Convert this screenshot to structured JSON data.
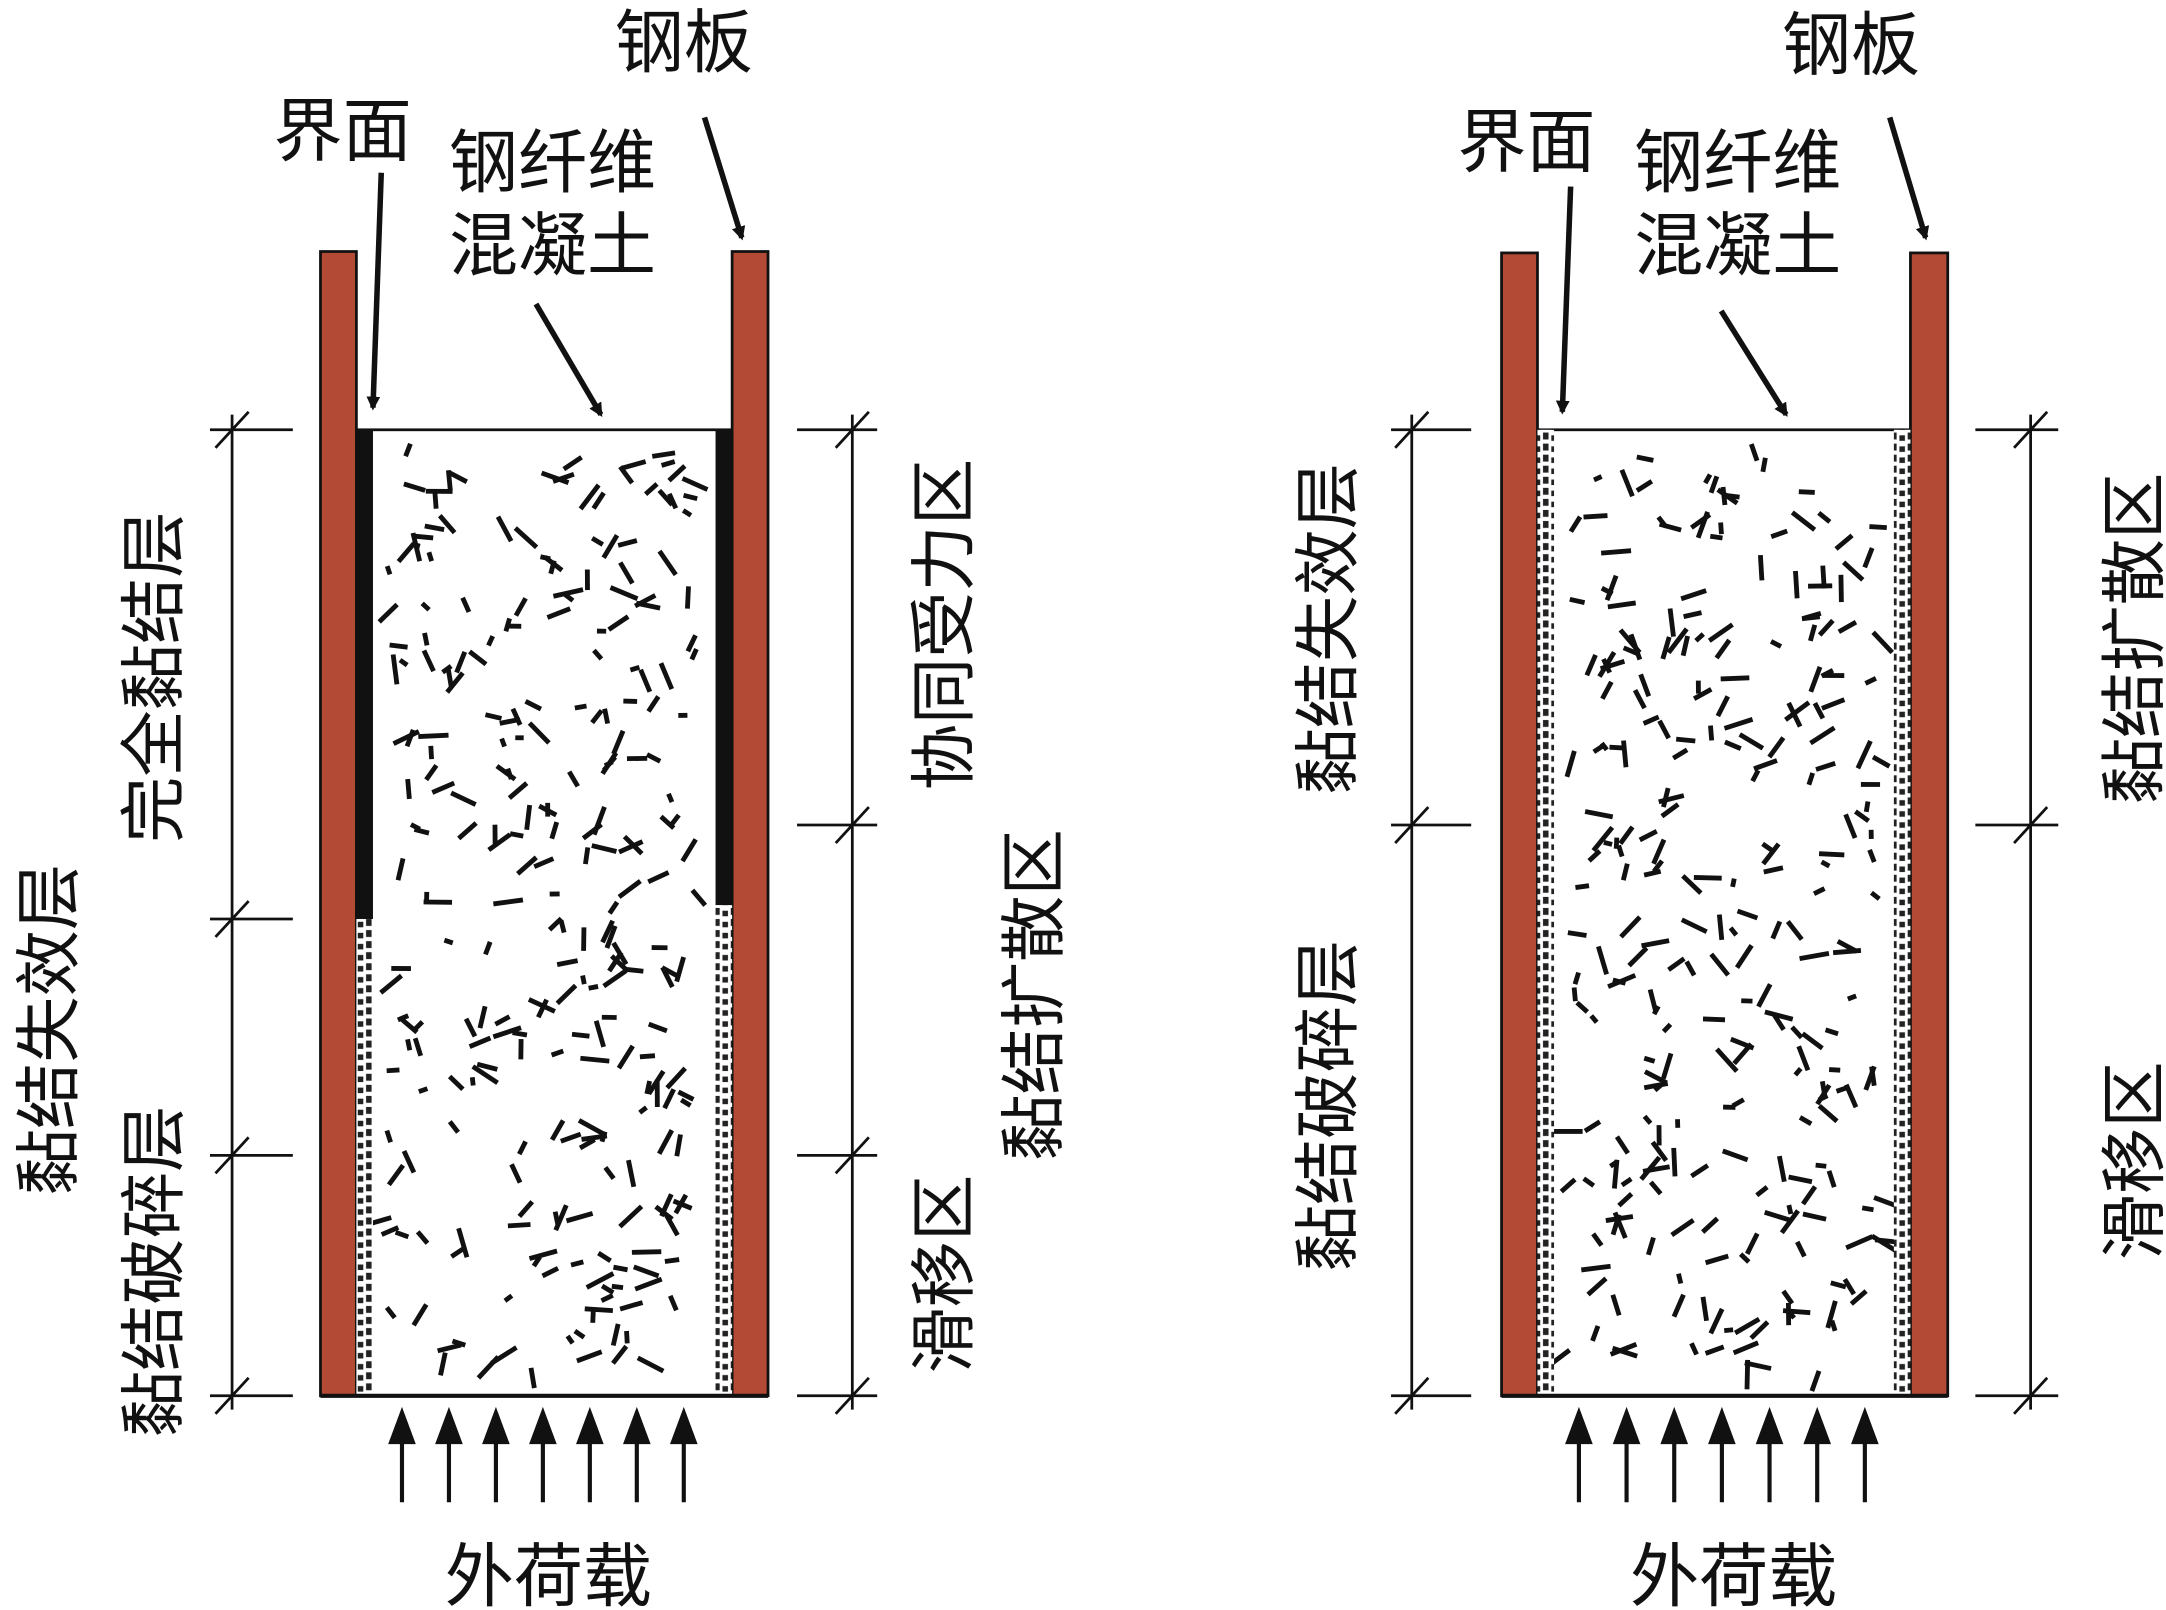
{
  "colors": {
    "steel": "#b34a35",
    "ink": "#111111"
  },
  "left_panel": {
    "steel_plate": "钢板",
    "interface": "界面",
    "concrete_line1": "钢纤维",
    "concrete_line2": "混凝土",
    "bond_failure_layer": "黏结失效层",
    "full_bond_layer": "完全黏结层",
    "bond_crush_layer": "黏结破碎层",
    "cooperative_zone": "协同受力区",
    "bond_diffusion_zone": "黏结扩散区",
    "slip_zone": "滑移区",
    "load": "外荷载"
  },
  "right_panel": {
    "steel_plate": "钢板",
    "interface": "界面",
    "concrete_line1": "钢纤维",
    "concrete_line2": "混凝土",
    "bond_failure_layer": "黏结失效层",
    "bond_crush_layer": "黏结破碎层",
    "bond_diffusion_zone": "黏结扩散区",
    "slip_zone": "滑移区",
    "load": "外荷载"
  }
}
